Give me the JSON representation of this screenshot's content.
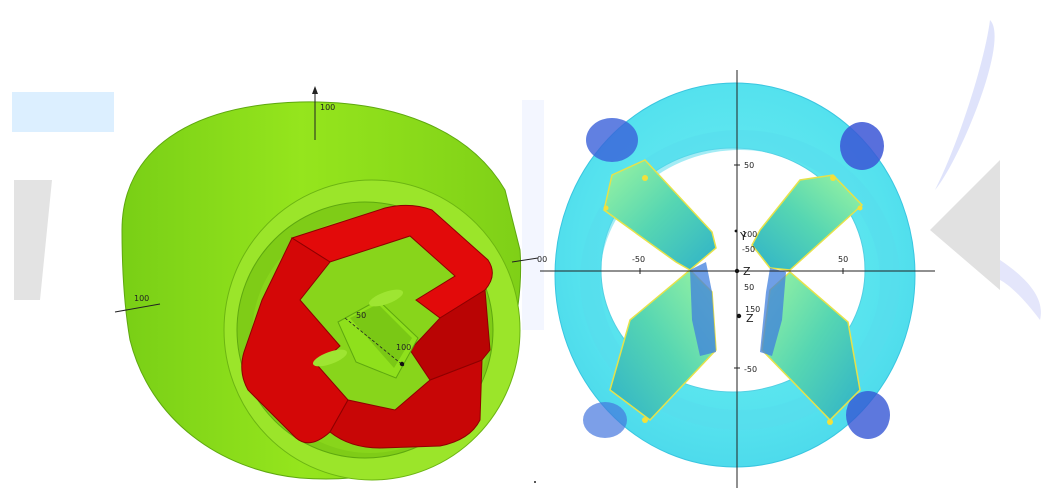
{
  "colors": {
    "background": "#ffffff",
    "motor_housing": "#8fe01c",
    "motor_housing_dark": "#6bb60f",
    "core_red": "#e20a0a",
    "core_red_dark": "#a80000",
    "fem_base": "#57e3ee",
    "fem_low": "#2d47d6",
    "fem_mid": "#7ff0a8",
    "fem_high": "#f1e23a",
    "watermark_blue": "#dbeeff",
    "watermark_grey": "#e3e3e3"
  },
  "left_view": {
    "axis_z_tick": "100",
    "axis_x_tick": "100",
    "axis_side_tick": "00",
    "inner_tick_a": "50",
    "inner_tick_b": "100"
  },
  "right_view": {
    "x_ticks": [
      "-50",
      "50"
    ],
    "y_ticks": [
      "50",
      "-50"
    ],
    "inner_ticks": [
      "100",
      "-50",
      "50",
      "150"
    ],
    "axis_labels": {
      "y": "Y",
      "z": "Z",
      "z2": "Z"
    }
  }
}
